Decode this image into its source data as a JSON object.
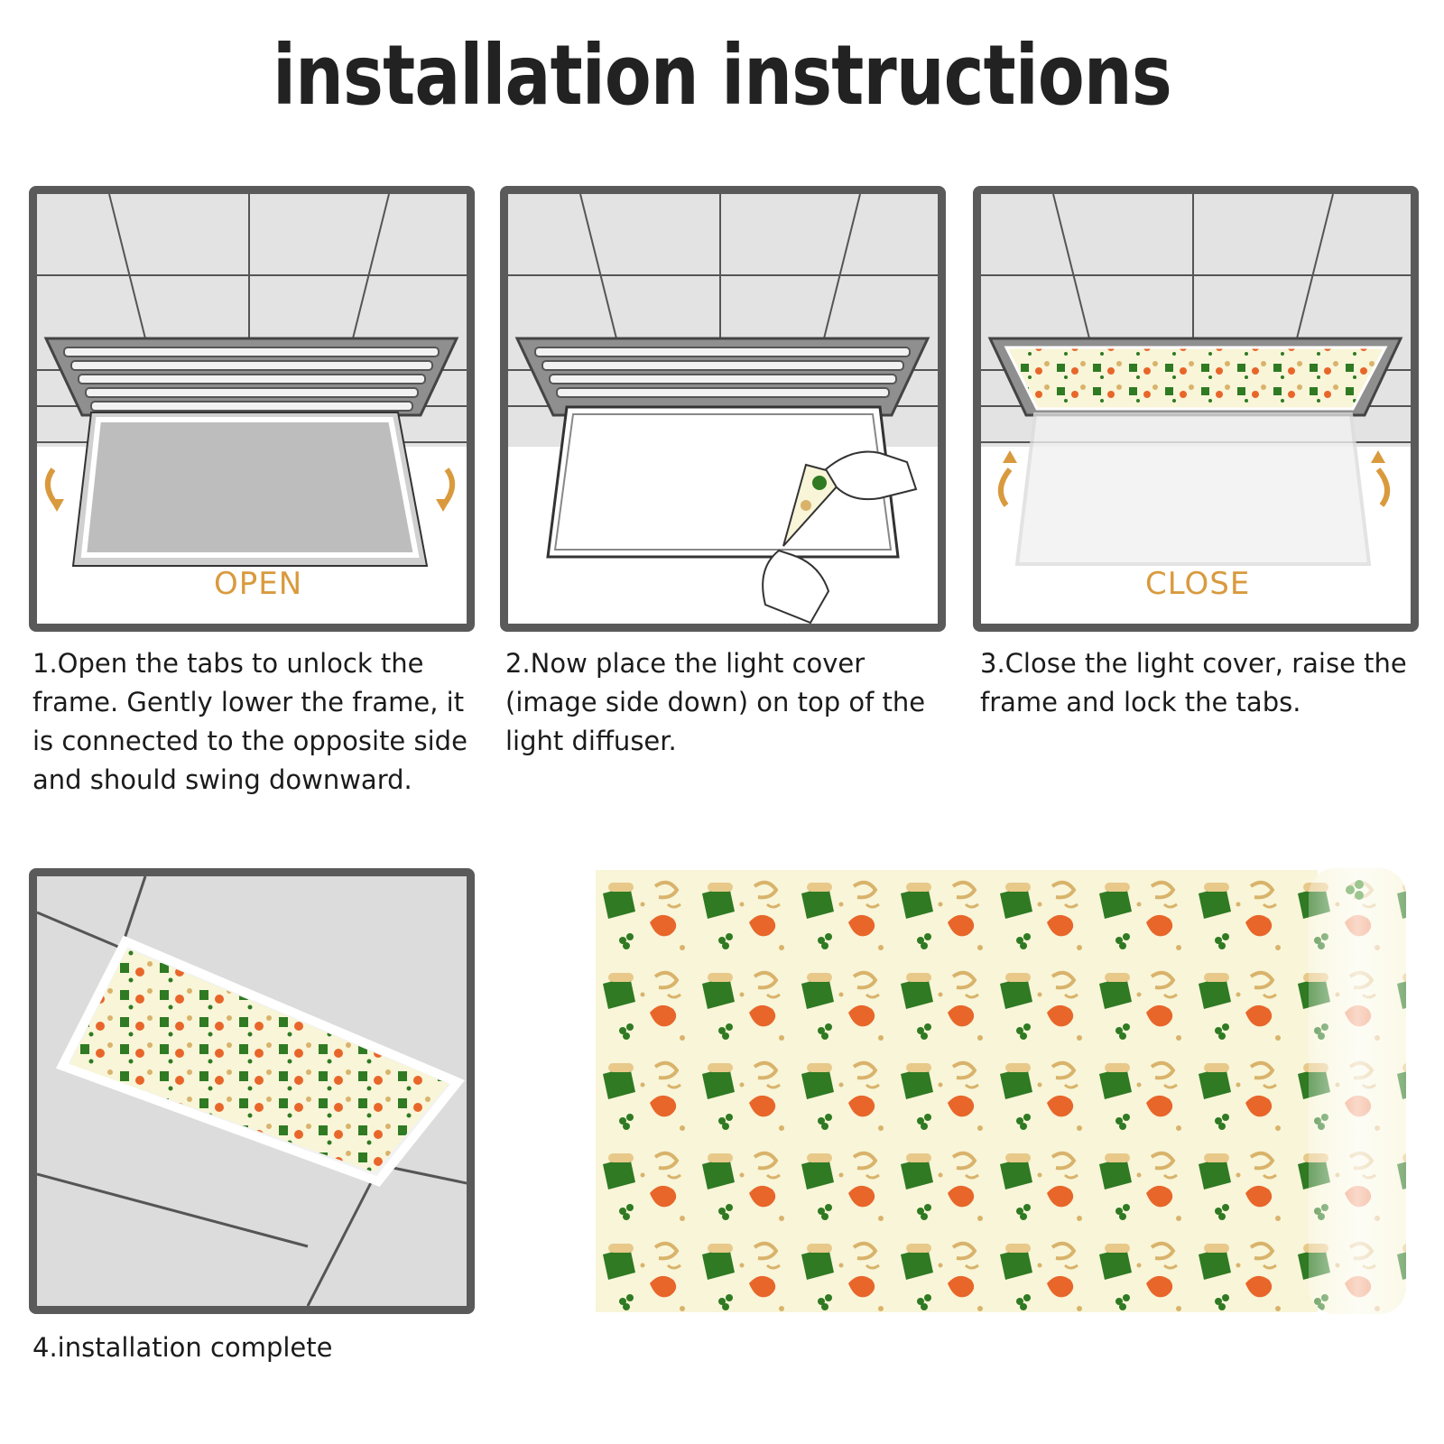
{
  "title": "installation instructions",
  "panels": {
    "open_label": "OPEN",
    "close_label": "CLOSE"
  },
  "steps": [
    {
      "text": "1.Open the tabs to unlock the frame. Gently lower the frame, it is connected to the opposite side and should swing downward."
    },
    {
      "text": "2.Now place the light cover (image side down) on top of the light diffuser."
    },
    {
      "text": "3.Close the light cover, raise the frame and lock the tabs."
    },
    {
      "text": "4.installation complete"
    }
  ],
  "colors": {
    "frame_border": "#5a5a5a",
    "label_accent": "#d99a3e",
    "pattern_bg": "#f8f5d8",
    "mug_green": "#2f7a23",
    "ribbon_orange": "#e8662a",
    "tan": "#d9b36b"
  },
  "icons": [
    "arrow-down-curve-icon",
    "arrow-up-curve-icon",
    "hand-icon",
    "shamrock-icon",
    "beer-mug-icon"
  ]
}
